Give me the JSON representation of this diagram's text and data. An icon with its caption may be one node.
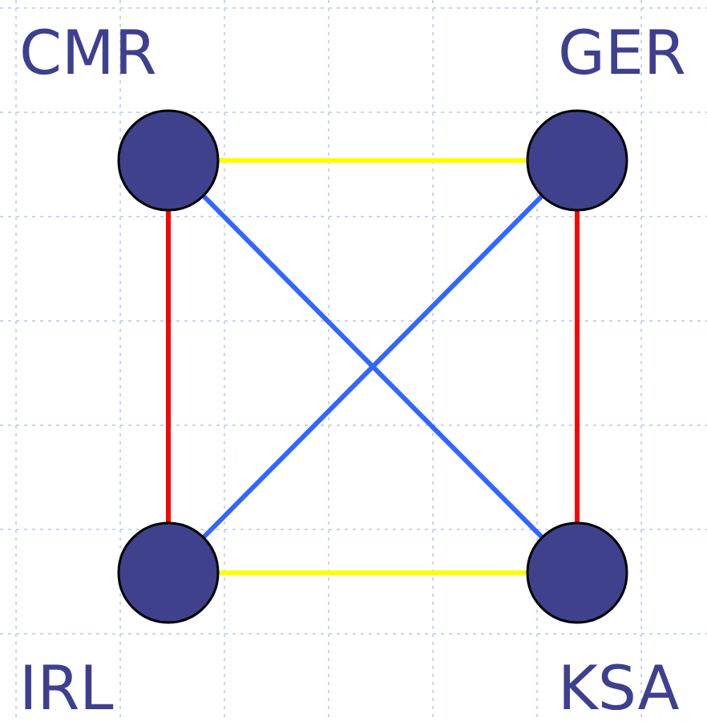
{
  "diagram": {
    "nodes": [
      {
        "text": [
          "CMR"
        ]
      },
      {
        "text": [
          "GER"
        ]
      },
      {
        "text": [
          "IRL"
        ]
      },
      {
        "text": [
          "KSA"
        ]
      }
    ],
    "edges": [
      {
        "from": 0,
        "to": 1,
        "arrow": "none",
        "color": "#ffff00"
      },
      {
        "from": 0,
        "to": 2,
        "arrow": "none",
        "color": "#ff0000"
      },
      {
        "from": 1,
        "to": 3,
        "arrow": "none",
        "color": "#ff0000"
      },
      {
        "from": 2,
        "to": 3,
        "arrow": "none",
        "color": "#ffff00"
      },
      {
        "from": 0,
        "to": 3,
        "arrow": "none",
        "color": "#3366ff"
      },
      {
        "from": 1,
        "to": 2,
        "arrow": "none",
        "color": "#3366ff"
      }
    ]
  }
}
